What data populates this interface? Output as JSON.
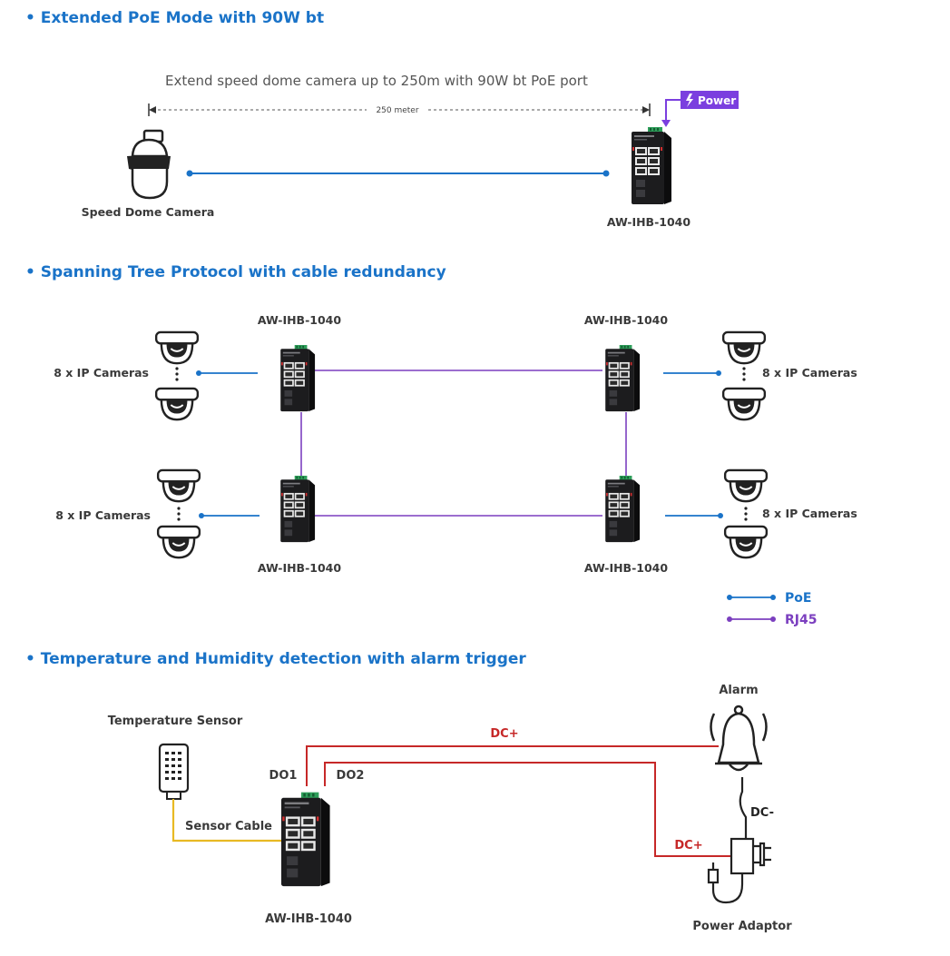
{
  "sections": {
    "poe": "• Extended PoE Mode with 90W bt",
    "stp": "• Spanning Tree Protocol with cable redundancy",
    "temp": "• Temperature and Humidity detection with alarm trigger"
  },
  "poe_diagram": {
    "subtitle": "Extend speed dome camera up to 250m with 90W bt PoE port",
    "distance": "250 meter",
    "power_label": "Power",
    "camera_label": "Speed Dome Camera",
    "switch_label": "AW-IHB-1040"
  },
  "stp_diagram": {
    "switch_tl": "AW-IHB-1040",
    "switch_tr": "AW-IHB-1040",
    "switch_bl": "AW-IHB-1040",
    "switch_br": "AW-IHB-1040",
    "cams_tl": "8 x IP Cameras",
    "cams_tr": "8 x IP Cameras",
    "cams_bl": "8 x IP Cameras",
    "cams_br": "8 x IP Cameras",
    "legend_poe": "PoE",
    "legend_rj45": "RJ45"
  },
  "temp_diagram": {
    "sensor_label": "Temperature Sensor",
    "cable_label": "Sensor Cable",
    "do1": "DO1",
    "do2": "DO2",
    "switch_label": "AW-IHB-1040",
    "alarm_label": "Alarm",
    "dc_plus_top": "DC+",
    "dc_plus_bottom": "DC+",
    "dc_minus": "DC-",
    "adaptor_label": "Power Adaptor"
  },
  "colors": {
    "heading": "#1a73c8",
    "poe_line": "#1a73c8",
    "rj45_line": "#7b3fbf",
    "dc_line": "#c62828",
    "sensor_cable": "#e8b923"
  }
}
